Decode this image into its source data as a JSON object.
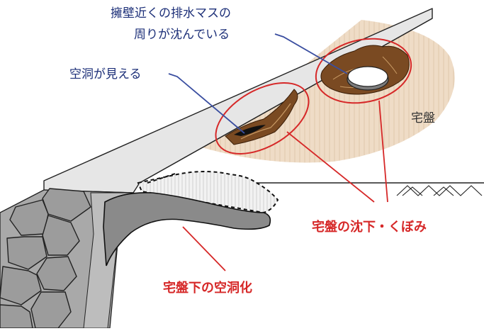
{
  "labels": {
    "drain_basin_line1": "擁壁近くの排水マスの",
    "drain_basin_line2": "周りが沈んでいる",
    "cavity_visible": "空洞が見える",
    "ground": "宅盤",
    "settlement": "宅盤の沈下・くぼみ",
    "underground_cavity": "宅盤下の空洞化"
  },
  "colors": {
    "callout_line_blue": "#3a4ea0",
    "highlight_red": "#d62828",
    "ground_fill": "#eed8c0",
    "wall_face": "#a9a9a9",
    "stone_fill": "#9c9c9c",
    "slab_top": "#e6e6e6",
    "cavity_fill": "#8a8a8a",
    "mud_brown": "#7a4a22"
  },
  "icons": {
    "ground_hatch": "ground-hatch-icon",
    "drain_cover": "drain-cover-icon"
  }
}
